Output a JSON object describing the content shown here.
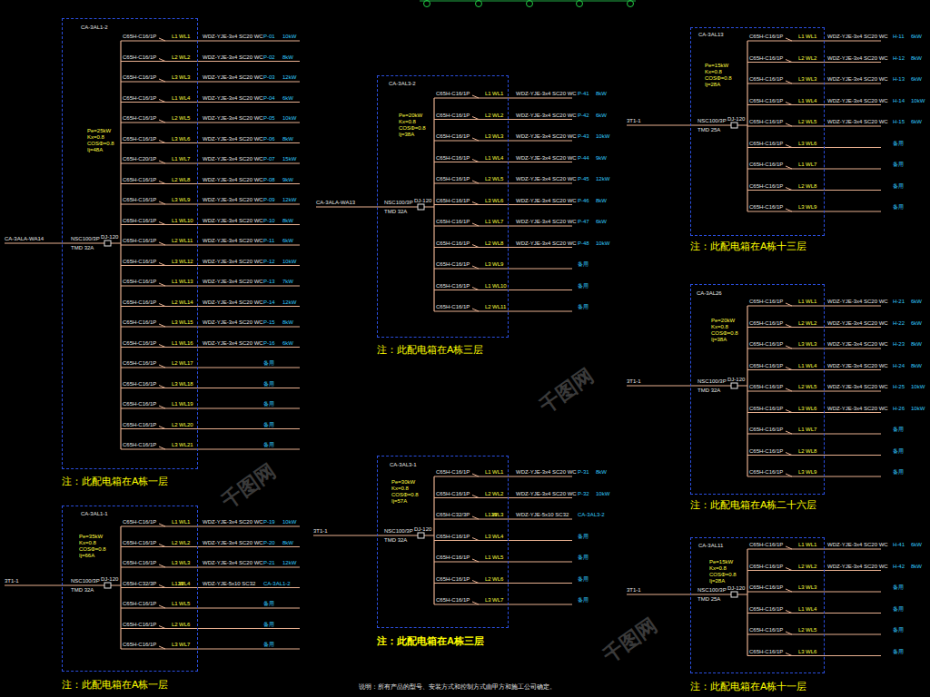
{
  "diagram": {
    "nodes": [
      {
        "text": [
          "CA-3AL1-2",
          "Pe=25kW Kx=0.8 COSΦ=0.8 Ij=48A"
        ]
      },
      {
        "text": [
          "CA-3AL3-2",
          "Pe=20kW Kx=0.8 COSΦ=0.8 Ij=38A"
        ]
      },
      {
        "text": [
          "CA-3AL13",
          "Pe=15kW Kx=0.8 COSΦ=0.8 Ij=28A"
        ]
      },
      {
        "text": [
          "CA-3AL26",
          "Pe=20kW Kx=0.8 COSΦ=0.8 Ij=38A"
        ]
      },
      {
        "text": [
          "CA-3AL1-1",
          "Pe=35kW Kx=0.8 COSΦ=0.8 Ij=66A"
        ]
      },
      {
        "text": [
          "CA-3AL3-1",
          "Pe=30kW Kx=0.8 COSΦ=0.8 Ij=57A"
        ]
      },
      {
        "text": [
          "CA-3AL11",
          "Pe=15kW Kx=0.8 COSΦ=0.8 Ij=28A"
        ]
      }
    ],
    "labels": [
      "CA-3ALA-WA14",
      "NSC100/3P",
      "TMD 32A",
      "DJ-120",
      "C65H-C16/1P",
      "L1",
      "WL1",
      "WDZ-YJE-3x4 SC20 WC",
      "P-01",
      "10kW",
      "C65H-C16/1P",
      "L2",
      "WL2",
      "WDZ-YJE-3x4 SC20 WC",
      "P-02",
      "8kW",
      "C65H-C16/1P",
      "L3",
      "WL3",
      "WDZ-YJE-3x4 SC20 WC",
      "P-03",
      "12kW",
      "C65H-C16/1P",
      "L1",
      "WL4",
      "WDZ-YJE-3x4 SC20 WC",
      "P-04",
      "6kW",
      "C65H-C16/1P",
      "L2",
      "WL5",
      "WDZ-YJE-3x4 SC20 WC",
      "P-05",
      "10kW",
      "C65H-C16/1P",
      "L3",
      "WL6",
      "WDZ-YJE-3x4 SC20 WC",
      "P-06",
      "8kW",
      "C65H-C20/1P",
      "L1",
      "WL7",
      "WDZ-YJE-3x4 SC20 WC",
      "P-07",
      "15kW",
      "C65H-C16/1P",
      "L2",
      "WL8",
      "WDZ-YJE-3x4 SC20 WC",
      "P-08",
      "9kW",
      "C65H-C16/1P",
      "L3",
      "WL9",
      "WDZ-YJE-3x4 SC20 WC",
      "P-09",
      "12kW",
      "C65H-C16/1P",
      "L1",
      "WL10",
      "WDZ-YJE-3x4 SC20 WC",
      "P-10",
      "8kW",
      "C65H-C16/1P",
      "L2",
      "WL11",
      "WDZ-YJE-3x4 SC20 WC",
      "P-11",
      "6kW",
      "C65H-C16/1P",
      "L3",
      "WL12",
      "WDZ-YJE-3x4 SC20 WC",
      "P-12",
      "10kW",
      "C65H-C16/1P",
      "L1",
      "WL13",
      "WDZ-YJE-3x4 SC20 WC",
      "P-13",
      "7kW",
      "C65H-C16/1P",
      "L2",
      "WL14",
      "WDZ-YJE-3x4 SC20 WC",
      "P-14",
      "12kW",
      "C65H-C16/1P",
      "L3",
      "WL15",
      "WDZ-YJE-3x4 SC20 WC",
      "P-15",
      "8kW",
      "C65H-C16/1P",
      "L1",
      "WL16",
      "WDZ-YJE-3x4 SC20 WC",
      "P-16",
      "6kW",
      "C65H-C16/1P",
      "L2",
      "WL17",
      "备用",
      "C65H-C16/1P",
      "L3",
      "WL18",
      "备用",
      "C65H-C16/1P",
      "L1",
      "WL19",
      "备用",
      "C65H-C16/1P",
      "L2",
      "WL20",
      "备用",
      "C65H-C16/1P",
      "L3",
      "WL21",
      "备用",
      "注：此配电箱在A栋一层",
      "CA-3ALA-WA13",
      "NSC100/3P",
      "TMD 32A",
      "DJ-120",
      "C65H-C16/1P",
      "L1",
      "WL1",
      "WDZ-YJE-3x4 SC20 WC",
      "P-41",
      "8kW",
      "C65H-C16/1P",
      "L2",
      "WL2",
      "WDZ-YJE-3x4 SC20 WC",
      "P-42",
      "6kW",
      "C65H-C16/1P",
      "L3",
      "WL3",
      "WDZ-YJE-3x4 SC20 WC",
      "P-43",
      "10kW",
      "C65H-C16/1P",
      "L1",
      "WL4",
      "WDZ-YJE-3x4 SC20 WC",
      "P-44",
      "9kW",
      "C65H-C16/1P",
      "L2",
      "WL5",
      "WDZ-YJE-3x4 SC20 WC",
      "P-45",
      "12kW",
      "C65H-C16/1P",
      "L3",
      "WL6",
      "WDZ-YJE-3x4 SC20 WC",
      "P-46",
      "8kW",
      "C65H-C16/1P",
      "L1",
      "WL7",
      "WDZ-YJE-3x4 SC20 WC",
      "P-47",
      "6kW",
      "C65H-C16/1P",
      "L2",
      "WL8",
      "WDZ-YJE-3x4 SC20 WC",
      "P-48",
      "10kW",
      "C65H-C16/1P",
      "L3",
      "WL9",
      "备用",
      "C65H-C16/1P",
      "L1",
      "WL10",
      "备用",
      "C65H-C16/1P",
      "L2",
      "WL11",
      "备用",
      "注：此配电箱在A栋三层",
      "3T1-1",
      "NSC100/3P",
      "TMD 25A",
      "DJ-120",
      "C65H-C16/1P",
      "L1",
      "WL1",
      "WDZ-YJE-3x4 SC20 WC",
      "H-11",
      "6kW",
      "C65H-C16/1P",
      "L2",
      "WL2",
      "WDZ-YJE-3x4 SC20 WC",
      "H-12",
      "8kW",
      "C65H-C16/1P",
      "L3",
      "WL3",
      "WDZ-YJE-3x4 SC20 WC",
      "H-13",
      "6kW",
      "C65H-C16/1P",
      "L1",
      "WL4",
      "WDZ-YJE-3x4 SC20 WC",
      "H-14",
      "10kW",
      "C65H-C16/1P",
      "L2",
      "WL5",
      "WDZ-YJE-3x4 SC20 WC",
      "H-15",
      "6kW",
      "C65H-C16/1P",
      "L3",
      "WL6",
      "备用",
      "C65H-C16/1P",
      "L1",
      "WL7",
      "备用",
      "C65H-C16/1P",
      "L2",
      "WL8",
      "备用",
      "C65H-C16/1P",
      "L3",
      "WL9",
      "备用",
      "注：此配电箱在A栋十三层",
      "3T1-1",
      "NSC100/3P",
      "TMD 32A",
      "DJ-120",
      "C65H-C16/1P",
      "L1",
      "WL1",
      "WDZ-YJE-3x4 SC20 WC",
      "H-21",
      "6kW",
      "C65H-C16/1P",
      "L2",
      "WL2",
      "WDZ-YJE-3x4 SC20 WC",
      "H-22",
      "6kW",
      "C65H-C16/1P",
      "L3",
      "WL3",
      "WDZ-YJE-3x4 SC20 WC",
      "H-23",
      "8kW",
      "C65H-C16/1P",
      "L1",
      "WL4",
      "WDZ-YJE-3x4 SC20 WC",
      "H-24",
      "8kW",
      "C65H-C16/1P",
      "L2",
      "WL5",
      "WDZ-YJE-3x4 SC20 WC",
      "H-25",
      "10kW",
      "C65H-C16/1P",
      "L3",
      "WL6",
      "WDZ-YJE-3x4 SC20 WC",
      "H-26",
      "10kW",
      "C65H-C16/1P",
      "L1",
      "WL7",
      "备用",
      "C65H-C16/1P",
      "L2",
      "WL8",
      "备用",
      "C65H-C16/1P",
      "L3",
      "WL9",
      "备用",
      "注：此配电箱在A栋二十六层",
      "3T1-1",
      "NSC100/3P",
      "TMD 32A",
      "DJ-120",
      "C65H-C16/1P",
      "L1",
      "WL1",
      "WDZ-YJE-3x4 SC20 WC",
      "P-19",
      "10kW",
      "C65H-C16/1P",
      "L2",
      "WL2",
      "WDZ-YJE-3x4 SC20 WC",
      "P-20",
      "8kW",
      "C65H-C16/1P",
      "L3",
      "WL3",
      "WDZ-YJE-3x4 SC20 WC",
      "P-21",
      "12kW",
      "C65H-C32/3P",
      "L123",
      "WL4",
      "WDZ-YJE-5x10 SC32",
      "CA-3AL1-2",
      "C65H-C16/1P",
      "L1",
      "WL5",
      "备用",
      "C65H-C16/1P",
      "L2",
      "WL6",
      "备用",
      "C65H-C16/1P",
      "L3",
      "WL7",
      "备用",
      "注：此配电箱在A栋一层",
      "3T1-1",
      "NSC100/3P",
      "TMD 32A",
      "DJ-120",
      "C65H-C16/1P",
      "L1",
      "WL1",
      "WDZ-YJE-3x4 SC20 WC",
      "P-31",
      "8kW",
      "C65H-C16/1P",
      "L2",
      "WL2",
      "WDZ-YJE-3x4 SC20 WC",
      "P-32",
      "10kW",
      "C65H-C32/3P",
      "L123",
      "WL3",
      "WDZ-YJE-5x10 SC32",
      "CA-3AL3-2",
      "C65H-C16/1P",
      "L3",
      "WL4",
      "备用",
      "C65H-C16/1P",
      "L1",
      "WL5",
      "备用",
      "C65H-C16/1P",
      "L2",
      "WL6",
      "备用",
      "C65H-C16/1P",
      "L3",
      "WL7",
      "备用",
      "注：此配电箱在A栋三层",
      "3T1-1",
      "NSC100/3P",
      "TMD 25A",
      "DJ-120",
      "C65H-C16/1P",
      "L1",
      "WL1",
      "WDZ-YJE-3x4 SC20 WC",
      "H-41",
      "6kW",
      "C65H-C16/1P",
      "L2",
      "WL2",
      "WDZ-YJE-3x4 SC20 WC",
      "H-42",
      "8kW",
      "C65H-C16/1P",
      "L3",
      "WL3",
      "备用",
      "C65H-C16/1P",
      "L1",
      "WL4",
      "备用",
      "C65H-C16/1P",
      "L2",
      "WL5",
      "备用",
      "C65H-C16/1P",
      "L3",
      "WL6",
      "备用",
      "注：此配电箱在A栋十一层",
      "说明：所有产品的型号、安装方式和控制方式由甲方和施工公司确定。",
      "千图网",
      "千图网",
      "千图网"
    ]
  }
}
